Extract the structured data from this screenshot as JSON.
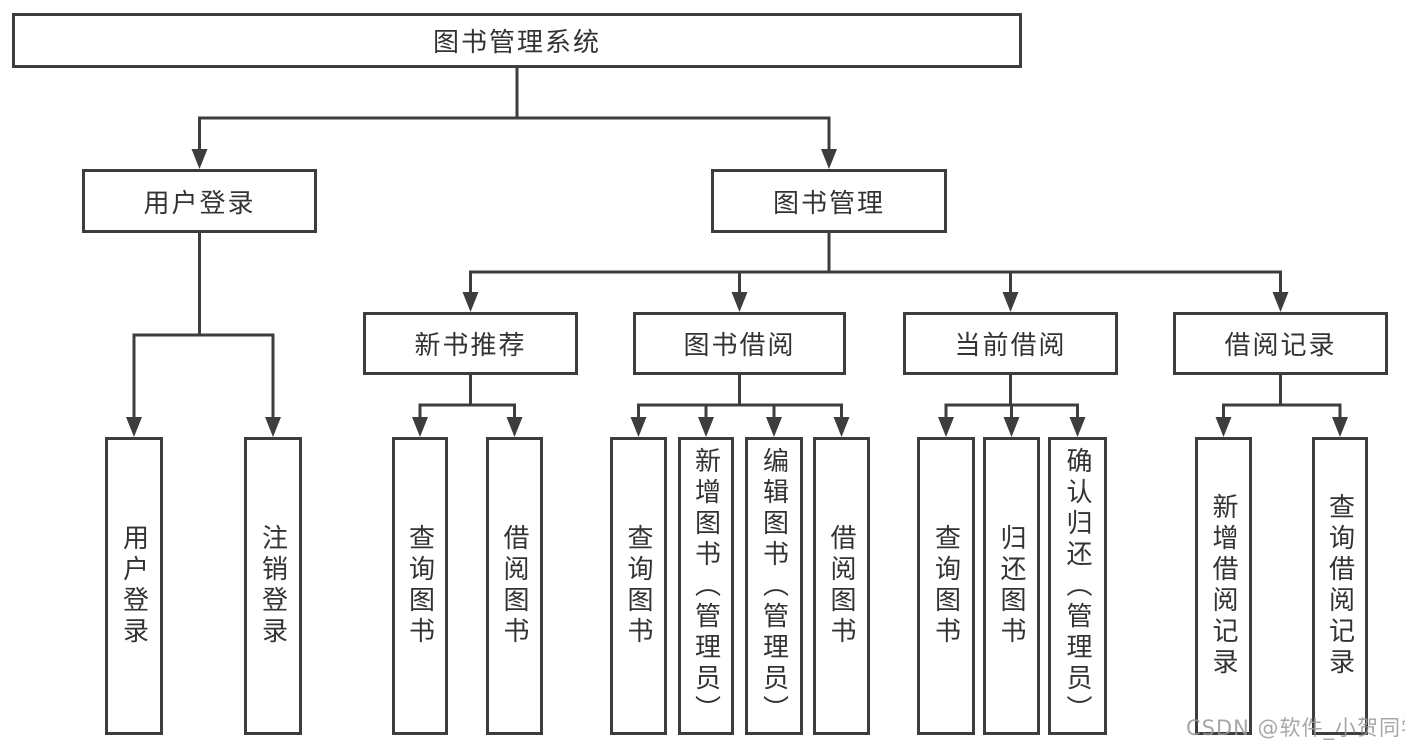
{
  "nodes": {
    "root": "图书管理系统",
    "user_login": "用户登录",
    "book_mgmt": "图书管理",
    "new_books": "新书推荐",
    "book_borrow": "图书借阅",
    "current_borrow": "当前借阅",
    "borrow_records": "借阅记录"
  },
  "leaves": {
    "user_login": {
      "login": "用户登录",
      "logout": "注销登录"
    },
    "new_books": {
      "query": "查询图书",
      "borrow": "借阅图书"
    },
    "book_borrow": {
      "query": "查询图书",
      "add": "新增图书（管理员）",
      "edit": "编辑图书（管理员）",
      "borrow": "借阅图书"
    },
    "current_borrow": {
      "query": "查询图书",
      "return": "归还图书",
      "confirm": "确认归还（管理员）"
    },
    "borrow_records": {
      "add": "新增借阅记录",
      "query": "查询借阅记录"
    }
  },
  "watermark": "CSDN @软件_小贺同学",
  "colors": {
    "line": "#3d3d3d",
    "text": "#333333",
    "background": "#ffffff",
    "watermark": "#96969c"
  }
}
